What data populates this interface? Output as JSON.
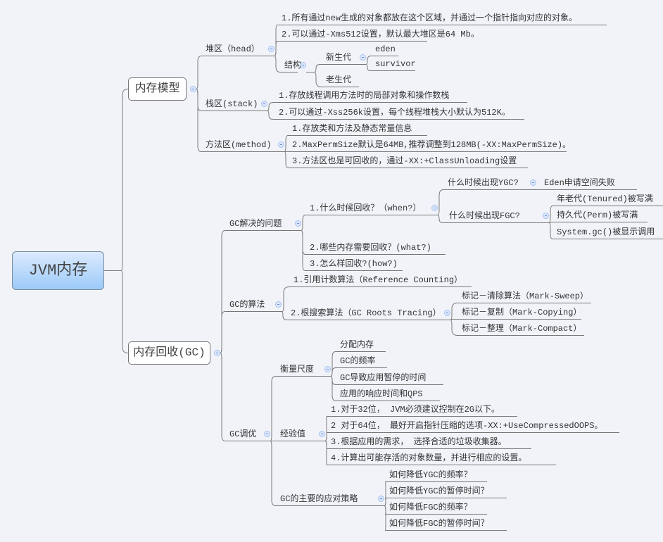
{
  "root": {
    "label": "JVM内存"
  },
  "memory_model": {
    "label": "内存模型",
    "heap": {
      "label": "堆区（head）",
      "items": [
        "1.所有通过new生成的对象都放在这个区域，并通过一个指针指向对应的对象。",
        "2.可以通过-Xms512设置，默认最大堆区是64 Mb。"
      ],
      "structure": {
        "label": "结构",
        "young": {
          "label": "新生代",
          "items": [
            "eden",
            "survivor"
          ]
        },
        "old": "老生代"
      }
    },
    "stack": {
      "label": "栈区(stack)",
      "items": [
        "1.存放线程调用方法时的局部对象和操作数栈",
        "2.可以通过-Xss256k设置，每个线程堆栈大小默认为512K。"
      ]
    },
    "method": {
      "label": "方法区(method)",
      "items": [
        "1.存放类和方法及静态常量信息",
        "2.MaxPermSize默认是64MB,推荐调整到128MB(-XX:MaxPermSize)。",
        "3.方法区也是可回收的，通过-XX:+ClassUnloading设置"
      ]
    }
  },
  "gc": {
    "label": "内存回收(GC)",
    "solve": {
      "label": "GC解决的问题",
      "when": {
        "label": "1.什么时候回收？（when?）",
        "ygc": {
          "label": "什么时候出现YGC?",
          "items": [
            "Eden申请空间失败"
          ]
        },
        "fgc": {
          "label": "什么时候出现FGC?",
          "items": [
            "年老代(Tenured)被写满",
            "持久代(Perm)被写满",
            "System.gc()被显示调用"
          ]
        }
      },
      "what": "2.哪些内存需要回收？(what?)",
      "how": "3.怎么样回收?(how?)"
    },
    "algo": {
      "label": "GC的算法",
      "ref": "1.引用计数算法（Reference Counting）",
      "roots": {
        "label": "2.根搜索算法（GC Roots Tracing）",
        "items": [
          "标记－清除算法（Mark-Sweep）",
          "标记－复制（Mark-Copying）",
          "标记－整理（Mark-Compact）"
        ]
      }
    },
    "tune": {
      "label": "GC调优",
      "measure": {
        "label": "衡量尺度",
        "items": [
          "分配内存",
          "GC的频率",
          "GC导致应用暂停的时间",
          "应用的响应时间和QPS"
        ]
      },
      "exp": {
        "label": "经验值",
        "items": [
          "1.对于32位， JVM必须建议控制在2G以下。",
          "2 对于64位， 最好开启指针压缩的选项-XX:+UseCompressedOOPS。",
          "3.根据应用的需求， 选择合适的垃圾收集器。",
          "4.计算出可能存活的对象数量，并进行相应的设置。"
        ]
      },
      "strat": {
        "label": "GC的主要的应对策略",
        "items": [
          "如何降低YGC的频率？",
          "如何降低YGC的暂停时间？",
          "如何降低FGC的频率？",
          "如何降低FGC的暂停时间？"
        ]
      }
    }
  }
}
